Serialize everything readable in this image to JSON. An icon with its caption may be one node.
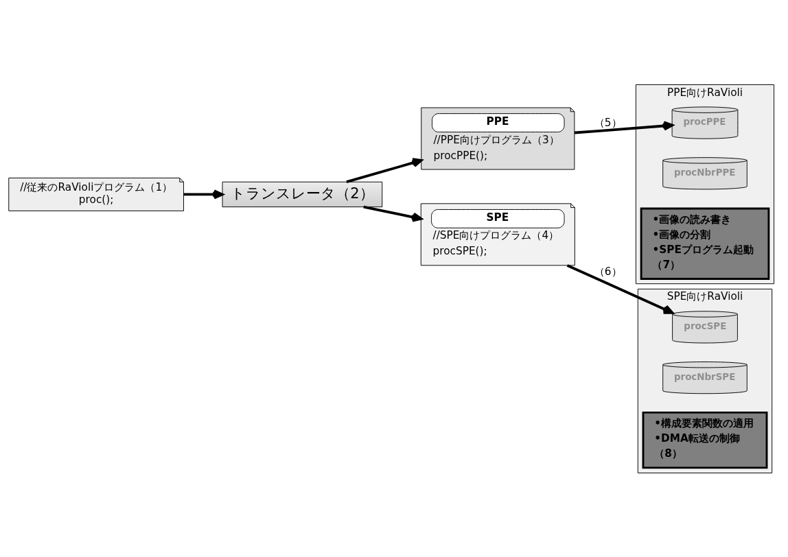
{
  "diagram": {
    "nodes": [
      {
        "text": [
          "トランスレータ（2）"
        ]
      },
      {
        "text": [
          "//従来のRaVioliプログラム（1）",
          "proc();"
        ]
      },
      {
        "text": [
          "PPE",
          "//PPE向けプログラム（3）",
          "procPPE();"
        ]
      },
      {
        "text": [
          "SPE",
          "//SPE向けプログラム（4）",
          "procSPE();"
        ]
      },
      {
        "text": [
          "PPE向けRaVioli"
        ]
      },
      {
        "text": [
          "procPPE"
        ],
        "in": 4
      },
      {
        "text": [
          "procNbrPPE"
        ],
        "in": 4
      },
      {
        "text": [
          "•画像の読み書き",
          "•画像の分割",
          "•SPEプログラム起動",
          "（7）"
        ],
        "in": 4
      },
      {
        "text": [
          "SPE向けRaVioli"
        ]
      },
      {
        "text": [
          "procSPE"
        ],
        "in": 8
      },
      {
        "text": [
          "procNbrSPE"
        ],
        "in": 8
      },
      {
        "text": [
          "•構成要素関数の適用",
          "•DMA転送の制御",
          "（8）"
        ],
        "in": 8
      }
    ],
    "edges": [
      {
        "from": 1,
        "to": 0,
        "arrow": "to"
      },
      {
        "from": 0,
        "to": 2,
        "arrow": "to"
      },
      {
        "from": 0,
        "to": 3,
        "arrow": "to"
      },
      {
        "from": 2,
        "to": 5,
        "arrow": "to",
        "label": "（5）"
      },
      {
        "from": 3,
        "to": 9,
        "arrow": "to",
        "label": "（6）"
      }
    ]
  }
}
